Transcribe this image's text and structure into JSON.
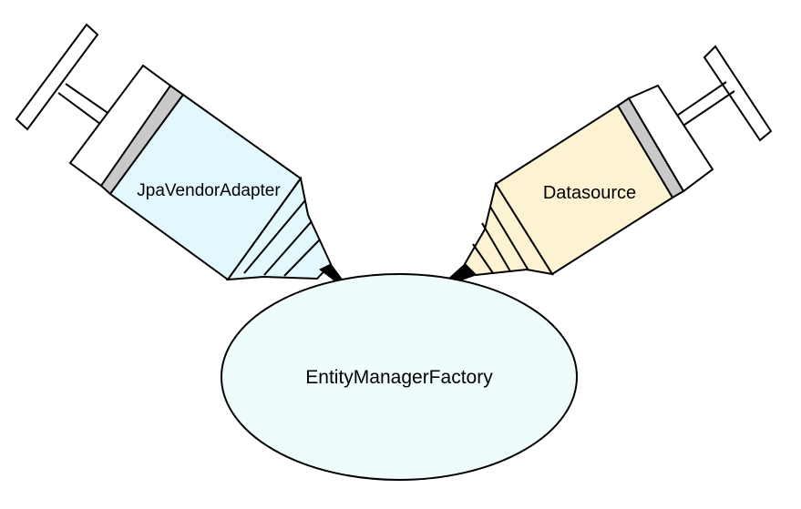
{
  "syringes": [
    {
      "id": "left",
      "label": "JpaVendorAdapter",
      "color": "#e2f8fd"
    },
    {
      "id": "right",
      "label": "Datasource",
      "color": "#fdf3d3"
    }
  ],
  "target": {
    "label": "EntityManagerFactory",
    "color": "#eefdfb"
  },
  "colors": {
    "stopper": "#c9c9c9",
    "outline": "#000000",
    "background": "#ffffff"
  }
}
